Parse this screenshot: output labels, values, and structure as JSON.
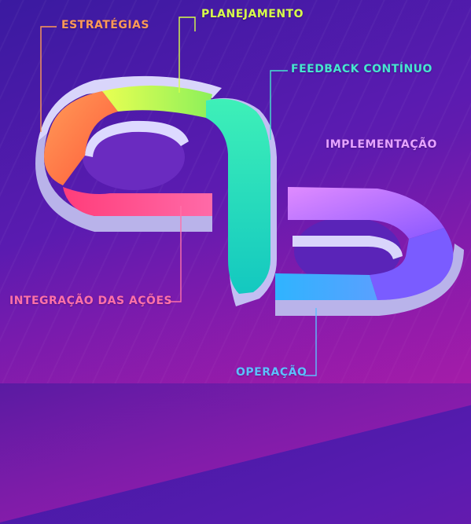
{
  "labels": {
    "planejamento": "PLANEJAMENTO",
    "estrategias": "ESTRATÉGIAS",
    "feedback": "FEEDBACK CONTÍNUO",
    "implementacao": "IMPLEMENTAÇÃO",
    "integracao": "INTEGRAÇÃO DAS AÇÕES",
    "operacao": "OPERAÇÃO"
  },
  "colors": {
    "planejamento": "#c8ff3a",
    "estrategias": "#ff8a4a",
    "feedback": "#19d8b8",
    "implementacao": "#d77bff",
    "integracao": "#ff4c8e",
    "operacao": "#3fb1ff",
    "loop_side": "#c9c6f5"
  }
}
